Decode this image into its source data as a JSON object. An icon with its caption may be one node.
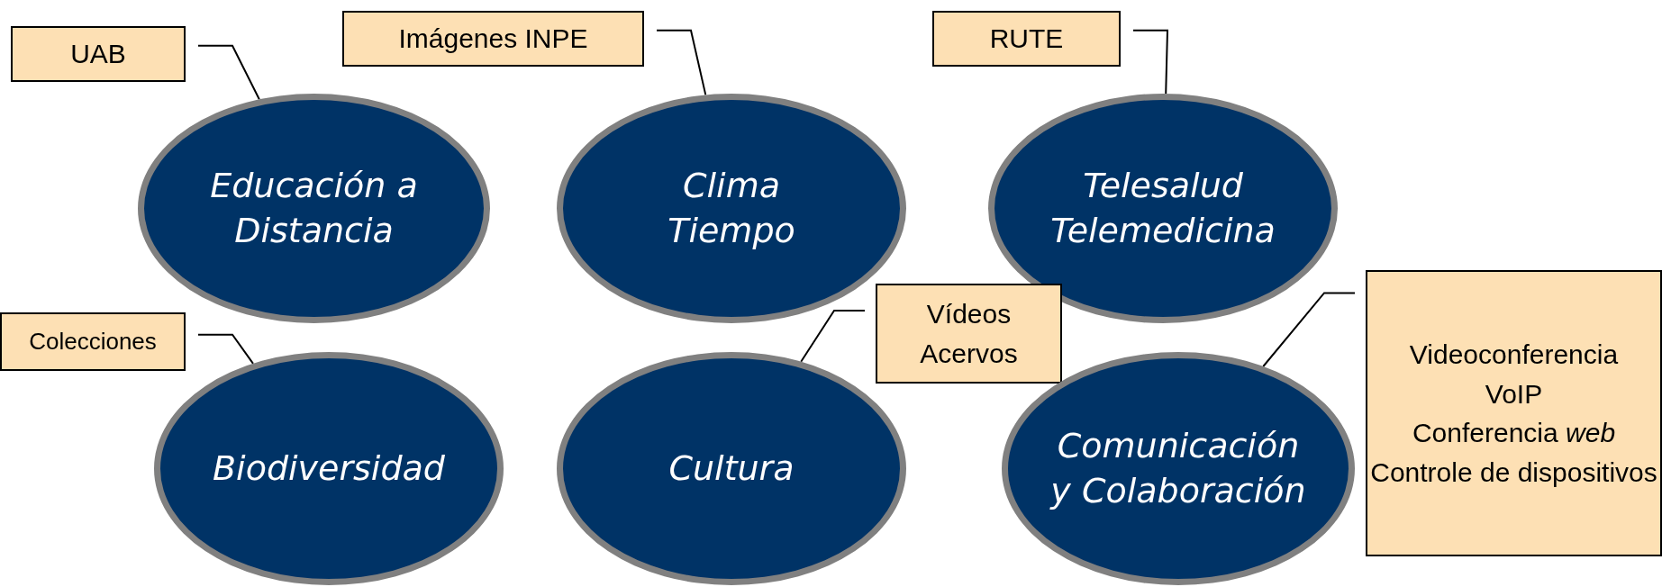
{
  "diagram": {
    "nodes": [
      {
        "text": [
          "UAB"
        ]
      },
      {
        "text": [
          "Imágenes INPE"
        ]
      },
      {
        "text": [
          "RUTE"
        ]
      },
      {
        "text": [
          "Educación a Distancia"
        ]
      },
      {
        "text": [
          "Clima",
          "Tiempo"
        ]
      },
      {
        "text": [
          "Telesalud",
          "Telemedicina"
        ]
      },
      {
        "text": [
          "Colecciones"
        ]
      },
      {
        "text": [
          "Vídeos",
          "Acervos"
        ]
      },
      {
        "text": [
          "Biodiversidad"
        ]
      },
      {
        "text": [
          "Cultura"
        ]
      },
      {
        "text": [
          "Videoconferencia",
          "VoIP",
          "Conferencia *web*",
          "Controle de dispositivos"
        ]
      },
      {
        "text": [
          "Comunicación y Colaboración"
        ]
      }
    ],
    "edges": [
      {
        "from": 0,
        "to": 3,
        "arrow": "none"
      },
      {
        "from": 1,
        "to": 4,
        "arrow": "none"
      },
      {
        "from": 2,
        "to": 5,
        "arrow": "none"
      },
      {
        "from": 6,
        "to": 8,
        "arrow": "none"
      },
      {
        "from": 7,
        "to": 9,
        "arrow": "none"
      },
      {
        "from": 10,
        "to": 11,
        "arrow": "none"
      }
    ]
  }
}
